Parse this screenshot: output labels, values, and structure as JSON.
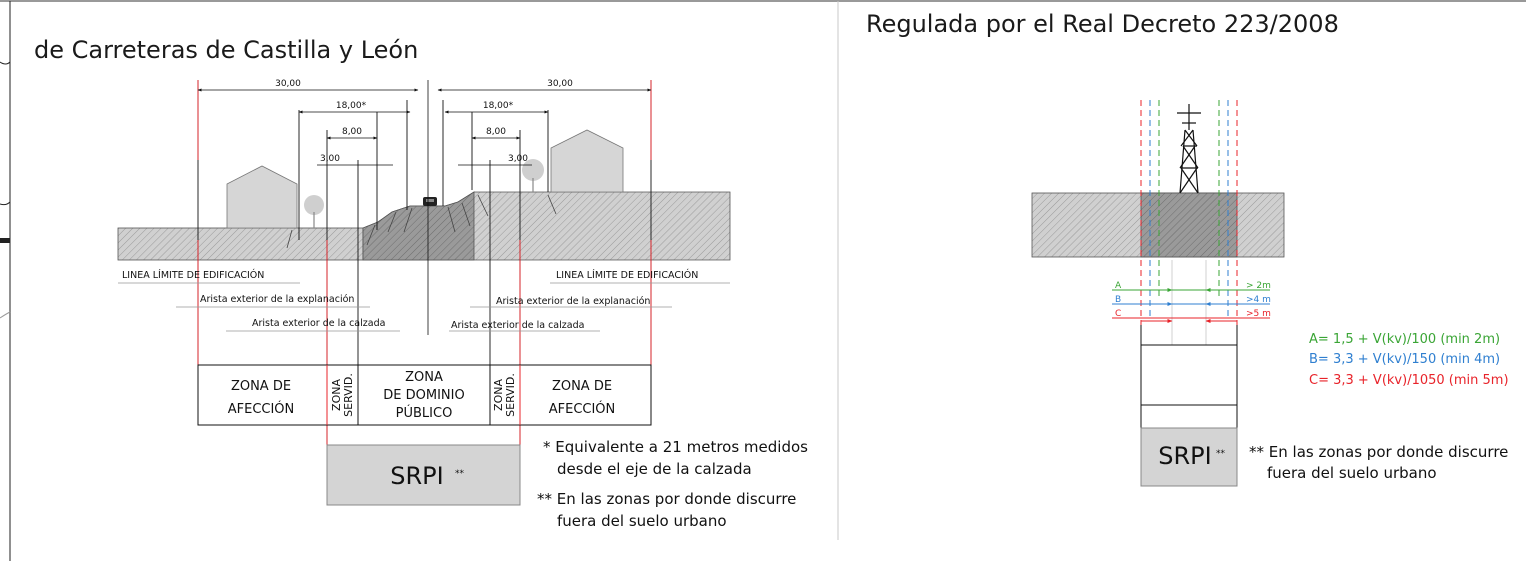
{
  "left_panel": {
    "title": "de Carreteras de Castilla y León",
    "dimensions": {
      "d30_left": "30,00",
      "d30_right": "30,00",
      "d18_left": "18,00*",
      "d18_right": "18,00*",
      "d8_left": "8,00",
      "d8_right": "8,00",
      "d3_left": "3,00",
      "d3_right": "3,00"
    },
    "labels": {
      "linea_left": "LINEA LÍMITE DE EDIFICACIÓN",
      "linea_right": "LINEA LÍMITE DE EDIFICACIÓN",
      "arista_expl_left": "Arista exterior de la explanación",
      "arista_expl_right": "Arista exterior de la explanación",
      "arista_calz_left": "Arista exterior de la calzada",
      "arista_calz_right": "Arista exterior de la calzada"
    },
    "zones": {
      "afeccion_left_l1": "ZONA DE",
      "afeccion_left_l2": "AFECCIÓN",
      "servid_left_l1": "ZONA",
      "servid_left_l2": "SERVID.",
      "dominio_l1": "ZONA",
      "dominio_l2": "DE DOMINIO",
      "dominio_l3": "PÚBLICO",
      "servid_right_l1": "ZONA",
      "servid_right_l2": "SERVID.",
      "afeccion_right_l1": "ZONA DE",
      "afeccion_right_l2": "AFECCIÓN"
    },
    "srpi": "SRPI",
    "srpi_sup": "**",
    "notes": {
      "n1_l1": "* Equivalente a 21 metros medidos",
      "n1_l2": "desde el eje de la calzada",
      "n2_l1": "** En las zonas por donde discurre",
      "n2_l2": "fuera del suelo urbano"
    }
  },
  "right_panel": {
    "title": "Regulada por el Real Decreto 223/2008",
    "letters": {
      "a": "A",
      "b": "B",
      "c": "C"
    },
    "distances": {
      "a": "> 2m",
      "b": ">4 m",
      "c": ">5 m"
    },
    "formulas": {
      "a": "A= 1,5 + V(kv)/100 (min 2m)",
      "b": "B= 3,3 + V(kv)/150 (min 4m)",
      "c": "C= 3,3 + V(kv)/1050 (min 5m)"
    },
    "srpi": "SRPI",
    "srpi_sup": "**",
    "note_l1": "** En las zonas por donde discurre",
    "note_l2": "fuera del suelo urbano"
  },
  "colors": {
    "red": "#e8232a",
    "green": "#3aa535",
    "blue": "#2f7fd0",
    "ground": "#c7c7c7",
    "road": "#8e8e8e",
    "srpi_fill": "#d4d4d4"
  }
}
